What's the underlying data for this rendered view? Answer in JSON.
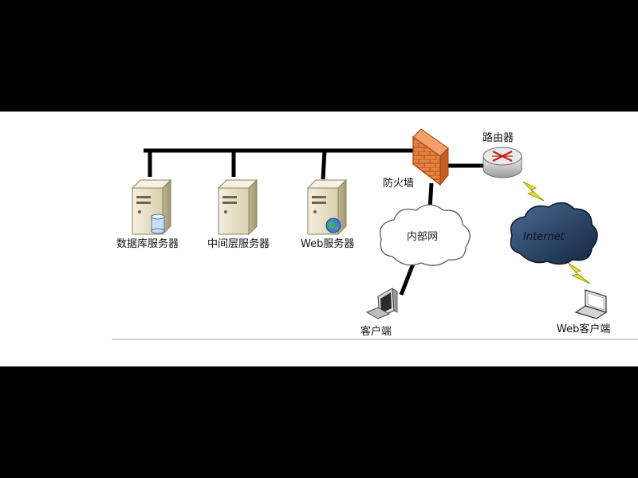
{
  "diagram": {
    "servers": [
      {
        "label": "数据库服务器",
        "badge": "database-cylinder"
      },
      {
        "label": "中间层服务器",
        "badge": "none"
      },
      {
        "label": "Web服务器",
        "badge": "globe"
      }
    ],
    "firewall": {
      "label": "防火墙"
    },
    "router": {
      "label": "路由器"
    },
    "intranet_cloud": {
      "label": "内部网"
    },
    "internet_cloud": {
      "label": "Internet"
    },
    "client": {
      "label": "客户端"
    },
    "web_client": {
      "label": "Web客户端"
    },
    "colors": {
      "firewall": "#e0783a",
      "server_beige": "#e8dfc4",
      "internet_cloud": "#223a5e",
      "lightning": "#e8e41a",
      "line": "#000000",
      "baseline": "#b9c9dc"
    },
    "icons": {
      "server": "server-tower-icon",
      "firewall": "brick-wall-icon",
      "router": "router-icon",
      "client": "desktop-monitor-icon",
      "web_client": "laptop-icon"
    }
  }
}
